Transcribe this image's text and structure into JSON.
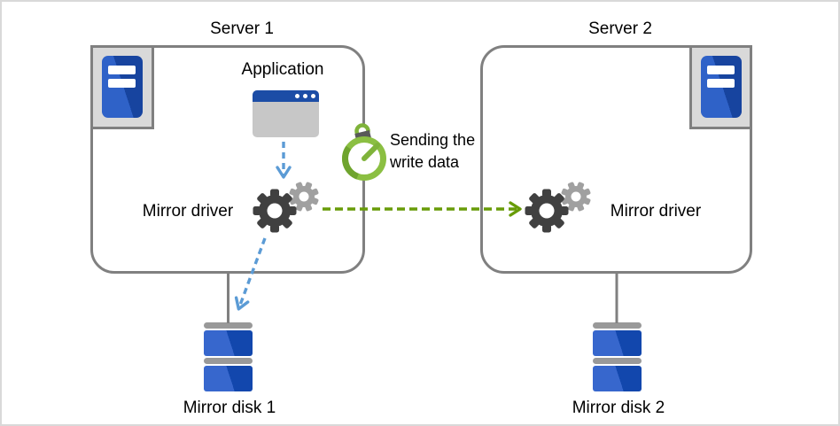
{
  "diagram": {
    "type": "mirror-disk-replication-diagram",
    "server1": {
      "title": "Server 1",
      "application_label": "Application",
      "driver_label": "Mirror driver",
      "disk_label": "Mirror disk 1"
    },
    "server2": {
      "title": "Server 2",
      "driver_label": "Mirror driver",
      "disk_label": "Mirror disk 2"
    },
    "annotation": {
      "sending_note": "Sending the write data"
    },
    "icons": [
      "server-tower-icon",
      "application-window-icon",
      "gears-icon",
      "stopwatch-icon",
      "mirror-disk-icon"
    ],
    "colors": {
      "box_border": "#808080",
      "canvas_border": "#d9d9d9",
      "blue_arrow": "#5b9bd5",
      "green_arrow": "#689c08",
      "gear_dark": "#404040",
      "gear_light": "#a0a0a0",
      "server_blue_light": "#2f62c8",
      "server_blue_dark": "#17449f",
      "disk_blue_light": "#3767cd",
      "disk_blue_dark": "#1247ad",
      "stopwatch_green": "#7fb33a",
      "window_titlebar_blue": "#1c4da6"
    }
  }
}
